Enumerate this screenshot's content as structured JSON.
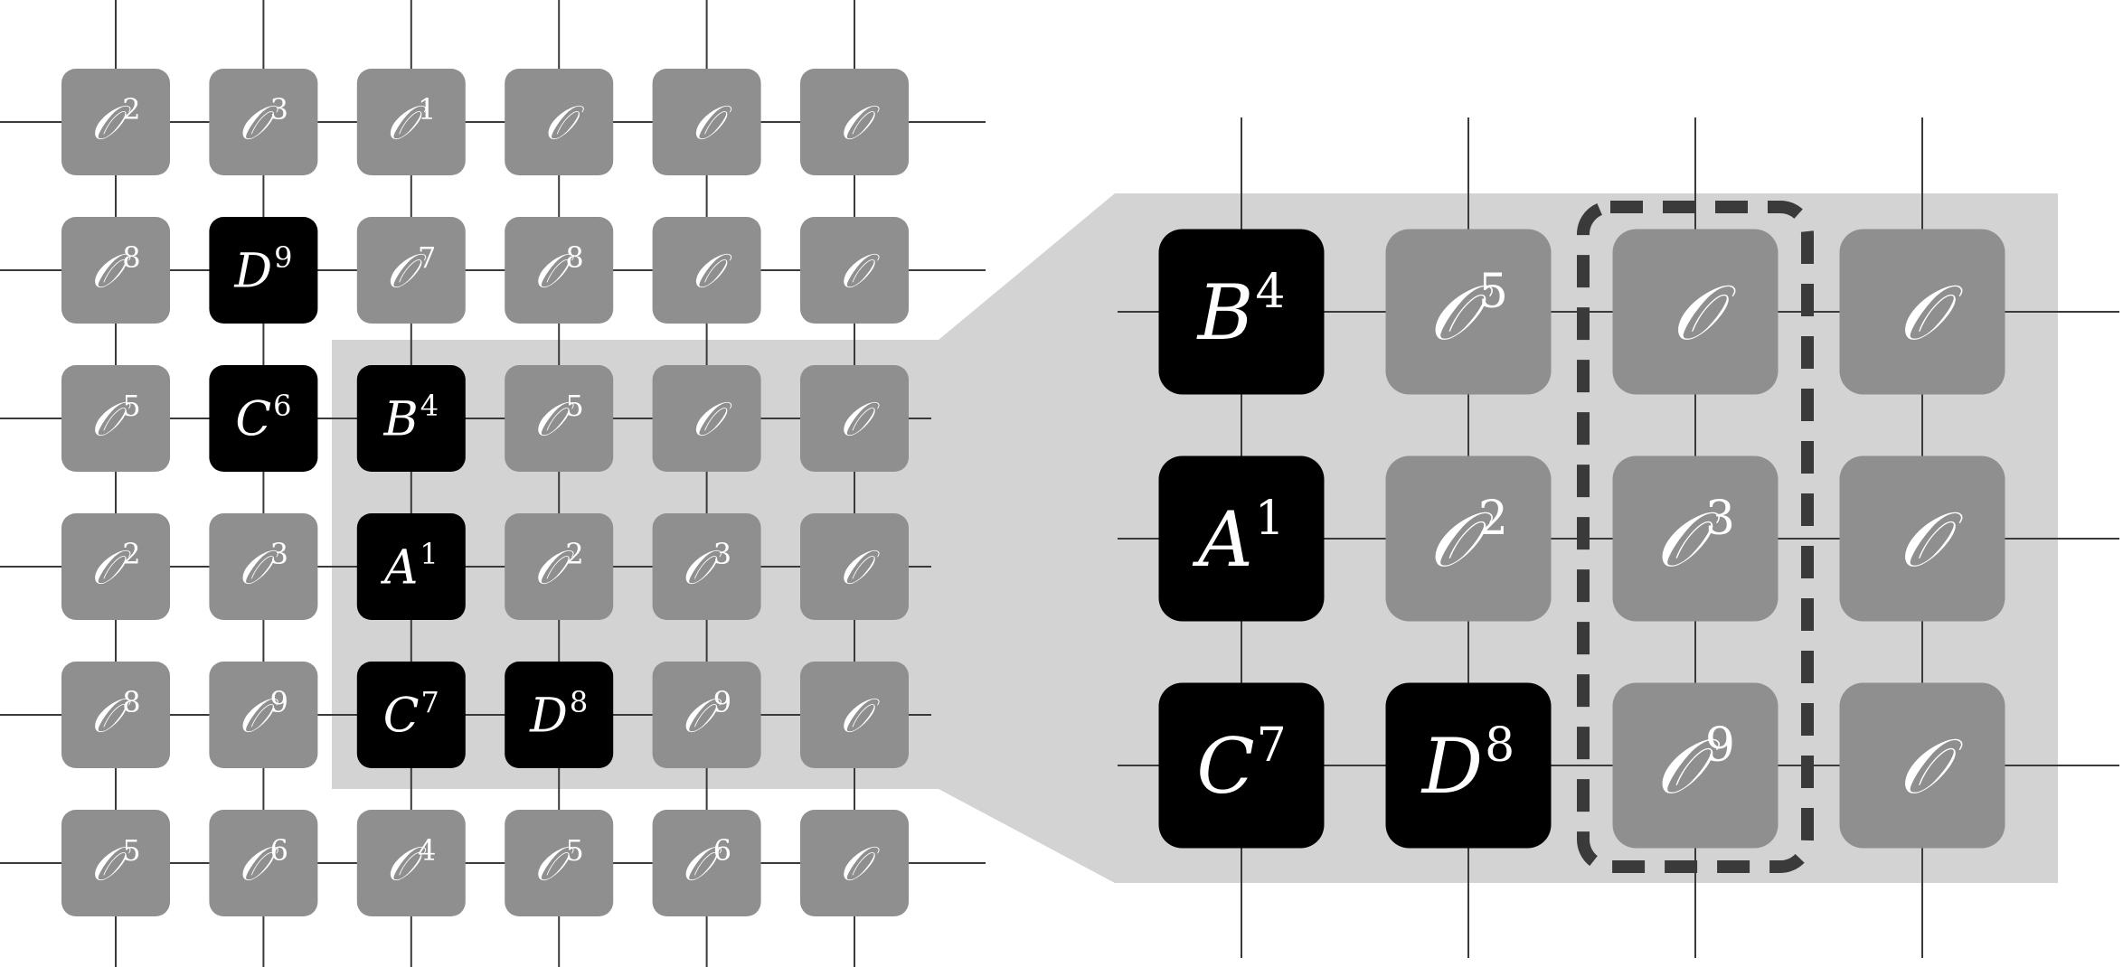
{
  "colors": {
    "background": "#ffffff",
    "tile_gray": "#8f8f8f",
    "tile_black": "#000000",
    "highlight": "#d3d3d3",
    "grid_line": "#3a3a3a",
    "dashed_border": "#3a3a3a",
    "label": "#ffffff"
  },
  "left_grid": {
    "cells": [
      [
        {
          "base": "𝒪",
          "sup": "2",
          "dark": false
        },
        {
          "base": "𝒪",
          "sup": "3",
          "dark": false
        },
        {
          "base": "𝒪",
          "sup": "1",
          "dark": false
        },
        {
          "base": "𝒪",
          "sup": "",
          "dark": false
        },
        {
          "base": "𝒪",
          "sup": "",
          "dark": false
        },
        {
          "base": "𝒪",
          "sup": "",
          "dark": false
        }
      ],
      [
        {
          "base": "𝒪",
          "sup": "8",
          "dark": false
        },
        {
          "base": "D",
          "sup": "9",
          "dark": true
        },
        {
          "base": "𝒪",
          "sup": "7",
          "dark": false
        },
        {
          "base": "𝒪",
          "sup": "8",
          "dark": false
        },
        {
          "base": "𝒪",
          "sup": "",
          "dark": false
        },
        {
          "base": "𝒪",
          "sup": "",
          "dark": false
        }
      ],
      [
        {
          "base": "𝒪",
          "sup": "5",
          "dark": false
        },
        {
          "base": "C",
          "sup": "6",
          "dark": true
        },
        {
          "base": "B",
          "sup": "4",
          "dark": true
        },
        {
          "base": "𝒪",
          "sup": "5",
          "dark": false
        },
        {
          "base": "𝒪",
          "sup": "",
          "dark": false
        },
        {
          "base": "𝒪",
          "sup": "",
          "dark": false
        }
      ],
      [
        {
          "base": "𝒪",
          "sup": "2",
          "dark": false
        },
        {
          "base": "𝒪",
          "sup": "3",
          "dark": false
        },
        {
          "base": "A",
          "sup": "1",
          "dark": true
        },
        {
          "base": "𝒪",
          "sup": "2",
          "dark": false
        },
        {
          "base": "𝒪",
          "sup": "3",
          "dark": false
        },
        {
          "base": "𝒪",
          "sup": "",
          "dark": false
        }
      ],
      [
        {
          "base": "𝒪",
          "sup": "8",
          "dark": false
        },
        {
          "base": "𝒪",
          "sup": "9",
          "dark": false
        },
        {
          "base": "C",
          "sup": "7",
          "dark": true
        },
        {
          "base": "D",
          "sup": "8",
          "dark": true
        },
        {
          "base": "𝒪",
          "sup": "9",
          "dark": false
        },
        {
          "base": "𝒪",
          "sup": "",
          "dark": false
        }
      ],
      [
        {
          "base": "𝒪",
          "sup": "5",
          "dark": false
        },
        {
          "base": "𝒪",
          "sup": "6",
          "dark": false
        },
        {
          "base": "𝒪",
          "sup": "4",
          "dark": false
        },
        {
          "base": "𝒪",
          "sup": "5",
          "dark": false
        },
        {
          "base": "𝒪",
          "sup": "6",
          "dark": false
        },
        {
          "base": "𝒪",
          "sup": "",
          "dark": false
        }
      ]
    ]
  },
  "zoomed_grid": {
    "cells": [
      [
        {
          "base": "B",
          "sup": "4",
          "dark": true
        },
        {
          "base": "𝒪",
          "sup": "5",
          "dark": false
        },
        {
          "base": "𝒪",
          "sup": "",
          "dark": false
        },
        {
          "base": "𝒪",
          "sup": "",
          "dark": false
        }
      ],
      [
        {
          "base": "A",
          "sup": "1",
          "dark": true
        },
        {
          "base": "𝒪",
          "sup": "2",
          "dark": false
        },
        {
          "base": "𝒪",
          "sup": "3",
          "dark": false
        },
        {
          "base": "𝒪",
          "sup": "",
          "dark": false
        }
      ],
      [
        {
          "base": "C",
          "sup": "7",
          "dark": true
        },
        {
          "base": "D",
          "sup": "8",
          "dark": true
        },
        {
          "base": "𝒪",
          "sup": "9",
          "dark": false
        },
        {
          "base": "𝒪",
          "sup": "",
          "dark": false
        }
      ]
    ],
    "dashed_column": 2
  }
}
